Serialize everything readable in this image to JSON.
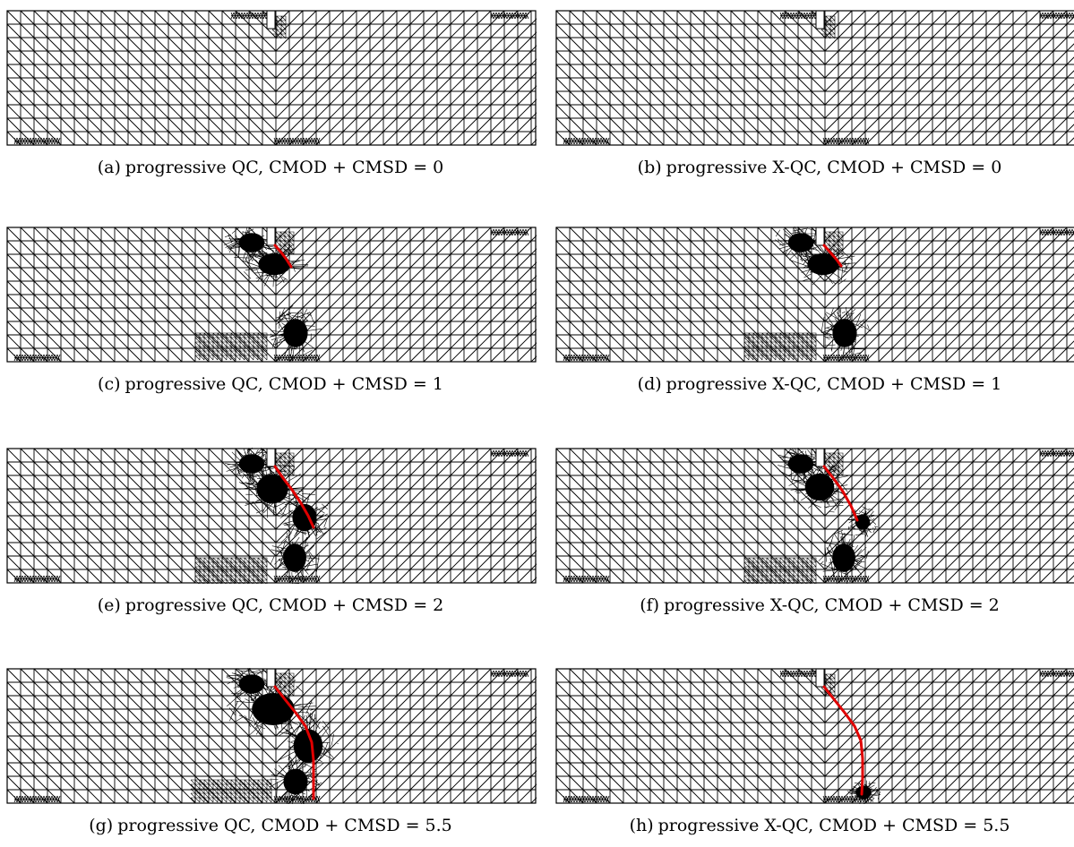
{
  "figure": {
    "panels": [
      {
        "ref": "(a)",
        "caption": "progressive QC, CMOD + CMSD = 0",
        "method": "QC",
        "cmod_cmsd": 0,
        "crack": false,
        "hotspots": [
          "notch-small",
          "supports"
        ]
      },
      {
        "ref": "(b)",
        "caption": "progressive X-QC, CMOD + CMSD = 0",
        "method": "X-QC",
        "cmod_cmsd": 0,
        "crack": false,
        "hotspots": [
          "notch-small",
          "supports"
        ]
      },
      {
        "ref": "(c)",
        "caption": "progressive QC, CMOD + CMSD = 1",
        "method": "QC",
        "cmod_cmsd": 1,
        "crack": true,
        "hotspots": [
          "notch",
          "tip-1",
          "lower-1",
          "supports"
        ]
      },
      {
        "ref": "(d)",
        "caption": "progressive X-QC, CMOD + CMSD = 1",
        "method": "X-QC",
        "cmod_cmsd": 1,
        "crack": true,
        "hotspots": [
          "notch",
          "tip-1",
          "lower-1",
          "supports"
        ]
      },
      {
        "ref": "(e)",
        "caption": "progressive QC, CMOD + CMSD = 2",
        "method": "QC",
        "cmod_cmsd": 2,
        "crack": true,
        "hotspots": [
          "notch",
          "band-2",
          "lower-2",
          "supports"
        ]
      },
      {
        "ref": "(f)",
        "caption": "progressive X-QC, CMOD + CMSD = 2",
        "method": "X-QC",
        "cmod_cmsd": 2,
        "crack": true,
        "hotspots": [
          "notch",
          "tip-2",
          "lower-2",
          "supports"
        ]
      },
      {
        "ref": "(g)",
        "caption": "progressive QC, CMOD + CMSD = 5.5",
        "method": "QC",
        "cmod_cmsd": 5.5,
        "crack": true,
        "hotspots": [
          "notch",
          "band-55",
          "lower-55",
          "supports"
        ]
      },
      {
        "ref": "(h)",
        "caption": "progressive X-QC, CMOD + CMSD = 5.5",
        "method": "X-QC",
        "cmod_cmsd": 5.5,
        "crack": true,
        "hotspots": [
          "notch-small",
          "tip-55",
          "supports"
        ]
      }
    ],
    "colors": {
      "mesh": "#000000",
      "crack": "#e00000",
      "background": "#ffffff"
    }
  }
}
